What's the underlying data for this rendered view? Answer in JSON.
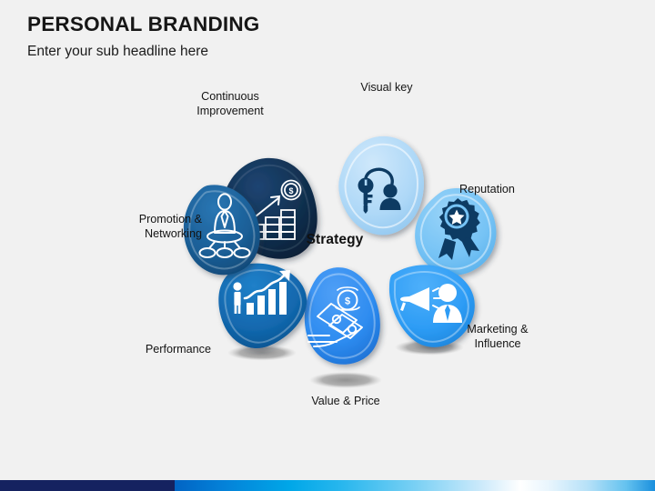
{
  "header": {
    "title": "PERSONAL BRANDING",
    "subtitle": "Enter your sub headline here"
  },
  "diagram": {
    "center_label": "Strategy",
    "petals": [
      {
        "id": "continuous-improvement",
        "label": "Continuous\nImprovement",
        "color": "#0e2a4e",
        "icon": "growth-chart-dollar-icon",
        "icon_color": "#ffffff"
      },
      {
        "id": "visual-key",
        "label": "Visual key",
        "color": "#aed8f7",
        "icon": "key-person-icon",
        "icon_color": "#0d3a63"
      },
      {
        "id": "reputation",
        "label": "Reputation",
        "color": "#76c3f5",
        "icon": "award-ribbon-star-icon",
        "icon_color": "#0d3a63"
      },
      {
        "id": "marketing-influence",
        "label": "Marketing &\nInfluence",
        "color": "#2d9cf5",
        "icon": "megaphone-person-icon",
        "icon_color": "#ffffff"
      },
      {
        "id": "value-price",
        "label": "Value & Price",
        "color": "#2e8cf0",
        "icon": "hand-money-dollar-icon",
        "icon_color": "#ffffff"
      },
      {
        "id": "performance",
        "label": "Performance",
        "color": "#1268ae",
        "icon": "person-bar-chart-arrow-icon",
        "icon_color": "#ffffff"
      },
      {
        "id": "promotion-networking",
        "label": "Promotion &\nNetworking",
        "color": "#1a5e96",
        "icon": "person-network-icon",
        "icon_color": "#ffffff"
      }
    ]
  },
  "footer": {
    "navy_color": "#152260",
    "gradient_start": "#0164c4",
    "gradient_end": "#1a8fdd"
  }
}
